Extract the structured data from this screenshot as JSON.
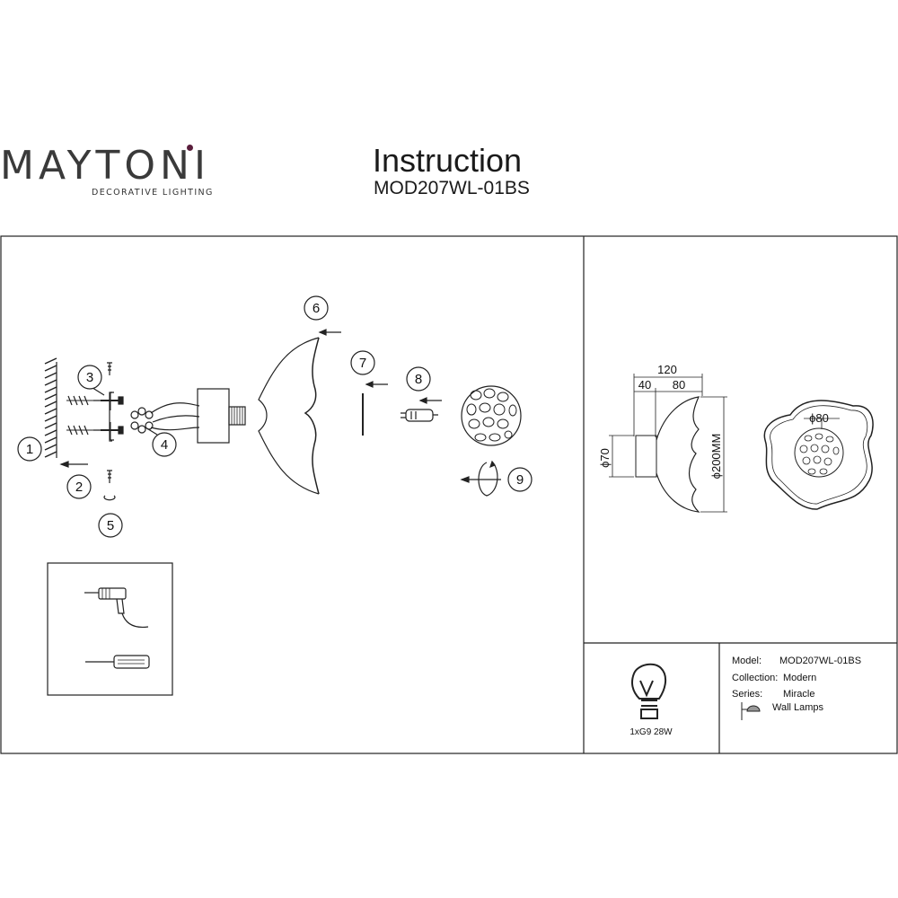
{
  "header": {
    "brand": "MAYTONI",
    "tagline": "DECORATIVE LIGHTING",
    "title": "Instruction",
    "model_code": "MOD207WL-01BS",
    "brand_dot_color": "#5a1e3c"
  },
  "steps": [
    "1",
    "2",
    "3",
    "4",
    "5",
    "6",
    "7",
    "8",
    "9"
  ],
  "tools": {
    "drill": "drill-icon",
    "screwdriver": "screwdriver-icon"
  },
  "dimensions": {
    "depth_total": "120",
    "depth_base": "40",
    "depth_shade": "80",
    "base_diameter": "ϕ70",
    "shade_diameter": "ϕ200MM",
    "bulb_diameter": "ϕ80"
  },
  "bulb": {
    "label": "1xG9 28W",
    "icon": "bulb-icon"
  },
  "specs": {
    "model_label": "Model:",
    "model_value": "MOD207WL-01BS",
    "collection_label": "Collection:",
    "collection_value": "Modern",
    "series_label": "Series:",
    "series_value": "Miracle",
    "type_value": "Wall Lamps",
    "type_icon": "wall-lamp-icon"
  }
}
